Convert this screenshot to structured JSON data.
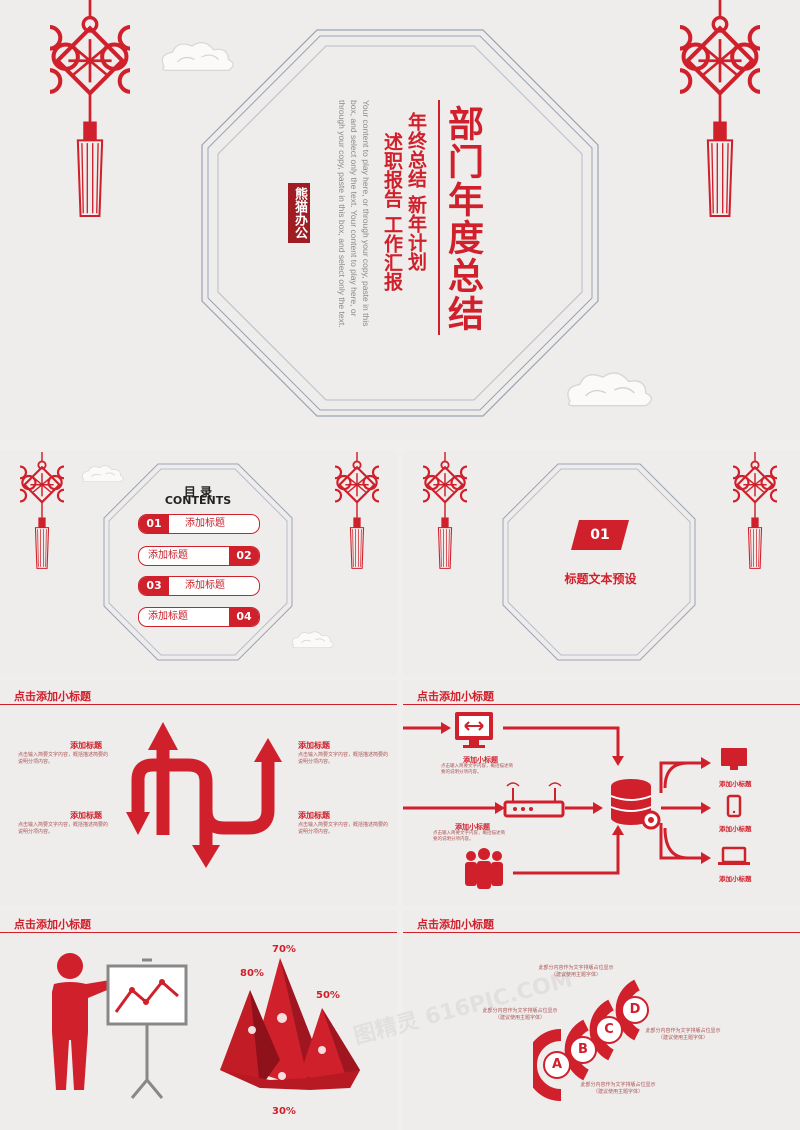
{
  "cover": {
    "title": "部门年度总结",
    "line1": "年终总结  新年计划",
    "line2": "述职报告  工作汇报",
    "brand": "熊猫办公",
    "body": "Your content to play here, or through your copy, paste in this box, and select only the text. Your content to play here, or through your copy, paste in this box, and select only the text."
  },
  "toc": {
    "title": "目 录",
    "subtitle": "CONTENTS",
    "items": [
      {
        "num": "01",
        "label": "添加标题"
      },
      {
        "num": "02",
        "label": "添加标题"
      },
      {
        "num": "03",
        "label": "添加标题"
      },
      {
        "num": "04",
        "label": "添加标题"
      }
    ]
  },
  "section": {
    "num": "01",
    "title": "标题文本预设"
  },
  "slide3": {
    "heading": "点击添加小标题",
    "blocks": [
      {
        "title": "添加标题",
        "text": "点击输入简要文字内容，概括描述简要的说明分项内容。"
      },
      {
        "title": "添加标题",
        "text": "点击输入简要文字内容，概括描述简要的说明分项内容。"
      },
      {
        "title": "添加标题",
        "text": "点击输入简要文字内容，概括描述简要的说明分项内容。"
      },
      {
        "title": "添加标题",
        "text": "点击输入简要文字内容，概括描述简要的说明分项内容。"
      }
    ]
  },
  "slide4": {
    "heading": "点击添加小标题",
    "left": [
      {
        "title": "添加小标题",
        "text": "点击输入简要文字内容，概括描述简要的说明分项内容。"
      },
      {
        "title": "添加小标题",
        "text": "点击输入简要文字内容，概括描述简要的说明分项内容。"
      }
    ],
    "right": [
      "添加小标题",
      "添加小标题",
      "添加小标题"
    ]
  },
  "slide5": {
    "heading": "点击添加小标题",
    "percents": [
      "70%",
      "80%",
      "50%",
      "30%"
    ]
  },
  "slide6": {
    "heading": "点击添加小标题",
    "letters": [
      "A",
      "B",
      "C",
      "D"
    ],
    "notes": [
      {
        "line1": "此部分内容作为文字排版占位显示",
        "line2": "（建议使用主题字体）"
      },
      {
        "line1": "此部分内容作为文字排版占位显示",
        "line2": "（建议使用主题字体）"
      },
      {
        "line1": "此部分内容作为文字排版占位显示",
        "line2": "（建议使用主题字体）"
      },
      {
        "line1": "此部分内容作为文字排版占位显示",
        "line2": "（建议使用主题字体）"
      }
    ]
  },
  "watermark": "图精灵 616PIC.COM",
  "colors": {
    "accent": "#d0202b",
    "paper": "#efedec",
    "line": "#9aa3b3"
  }
}
